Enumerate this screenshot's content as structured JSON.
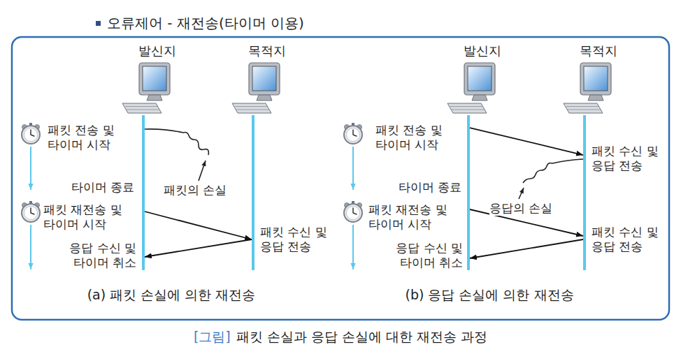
{
  "diagram": {
    "title": "오류제어 - 재전송(타이머 이용)",
    "caption": "패킷 손실과 응답 손실에 대한 재전송 과정",
    "nodes": [
      {
        "text": [
          "발신지"
        ]
      },
      {
        "text": [
          "목적지"
        ]
      },
      {
        "text": [
          "발신지"
        ]
      },
      {
        "text": [
          "목적지"
        ]
      }
    ],
    "edges": [
      {
        "from": 0,
        "to": 1,
        "arrow": "to"
      },
      {
        "from": 1,
        "to": 0,
        "arrow": "to"
      },
      {
        "from": 2,
        "to": 3,
        "arrow": "to"
      },
      {
        "from": 2,
        "to": 3,
        "arrow": "to"
      },
      {
        "from": 3,
        "to": 2,
        "arrow": "to"
      }
    ],
    "labels": [
      "[그림]",
      "패킷 전송 및 타이머 시작",
      "타이머 종료",
      "패킷의 손실",
      "패킷 재전송 및 타이머 시작",
      "응답 수신 및 타이머 취소",
      "패킷 수신 및 응답 전송",
      "(a) 패킷 손실에 의한 재전송",
      "패킷 전송 및 타이머 시작",
      "타이머 종료",
      "패킷 수신 및 응답 전송",
      "응답의 손실",
      "패킷 재전송 및 타이머 시작",
      "응답 수신 및 타이머 취소",
      "패킷 수신 및 응답 전송",
      "(b) 응답 손실에 의한 재전송"
    ]
  }
}
